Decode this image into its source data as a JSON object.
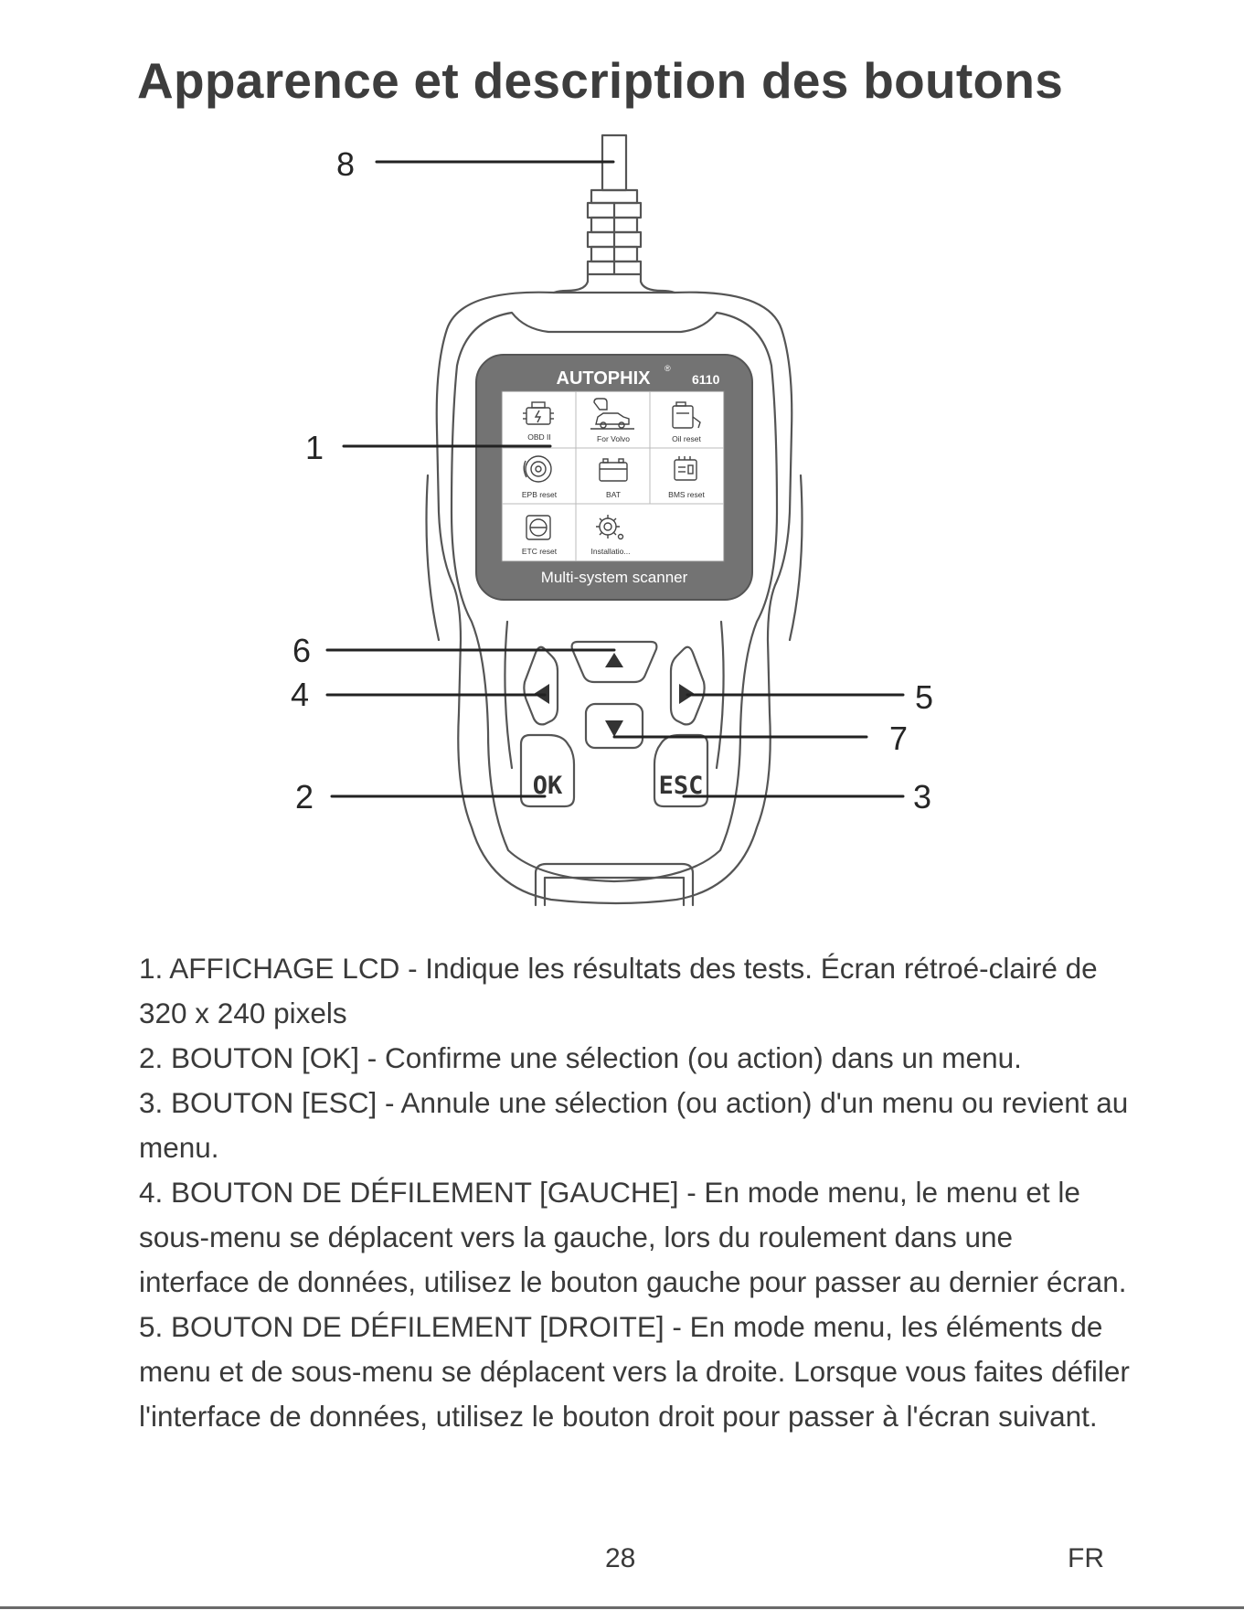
{
  "document": {
    "title": "Apparence et description des boutons",
    "page_number": "28",
    "language": "FR"
  },
  "device": {
    "brand": "AUTOPHIX",
    "model": "6110",
    "screen_footer": "Multi-system scanner",
    "menu_items": [
      "OBD II",
      "For Volvo",
      "Oil reset",
      "EPB reset",
      "BAT",
      "BMS reset",
      "ETC reset",
      "Installatio..."
    ],
    "buttons": {
      "ok": "OK",
      "esc": "ESC"
    },
    "colors": {
      "body_stroke": "#555555",
      "screen_bezel": "#737373",
      "screen_bg": "#ffffff"
    }
  },
  "callouts": {
    "c1": "1",
    "c2": "2",
    "c3": "3",
    "c4": "4",
    "c5": "5",
    "c6": "6",
    "c7": "7",
    "c8": "8"
  },
  "descriptions": [
    "1. AFFICHAGE LCD - Indique les résultats des tests. Écran rétroé-clairé de 320 x 240 pixels",
    "2. BOUTON [OK] - Confirme une sélection (ou action) dans un menu.",
    "3. BOUTON [ESC] - Annule une sélection (ou action) d'un menu ou revient au menu.",
    "4. BOUTON DE DÉFILEMENT [GAUCHE] - En mode menu, le menu et le sous-menu se déplacent vers la gauche, lors du roulement dans une interface de données, utilisez le bouton gauche pour passer au dernier écran.",
    "5. BOUTON DE DÉFILEMENT [DROITE] - En mode menu, les éléments de menu et de sous-menu se déplacent vers la droite. Lorsque vous faites défiler l'interface de données, utilisez le bouton droit pour passer à l'écran suivant."
  ]
}
